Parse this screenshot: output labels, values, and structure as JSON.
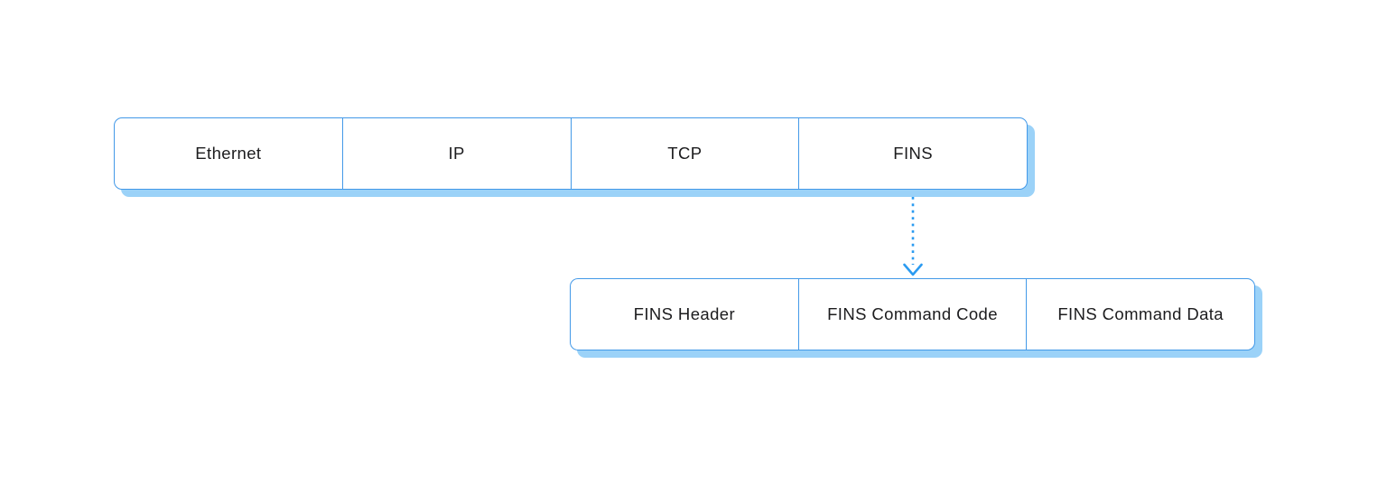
{
  "diagram": {
    "top_row": {
      "cells": [
        {
          "label": "Ethernet"
        },
        {
          "label": "IP"
        },
        {
          "label": "TCP"
        },
        {
          "label": "FINS"
        }
      ]
    },
    "connector": {
      "icon": "dotted-down-arrow",
      "style": "dotted",
      "direction": "down"
    },
    "bottom_row": {
      "cells": [
        {
          "label": "FINS Header"
        },
        {
          "label": "FINS Command Code"
        },
        {
          "label": "FINS Command Data"
        }
      ]
    },
    "colors": {
      "border": "#4399e8",
      "shadow": "#9bd2f8",
      "arrow": "#2b9bf1",
      "text": "#1c1c1e",
      "background": "#ffffff"
    }
  }
}
